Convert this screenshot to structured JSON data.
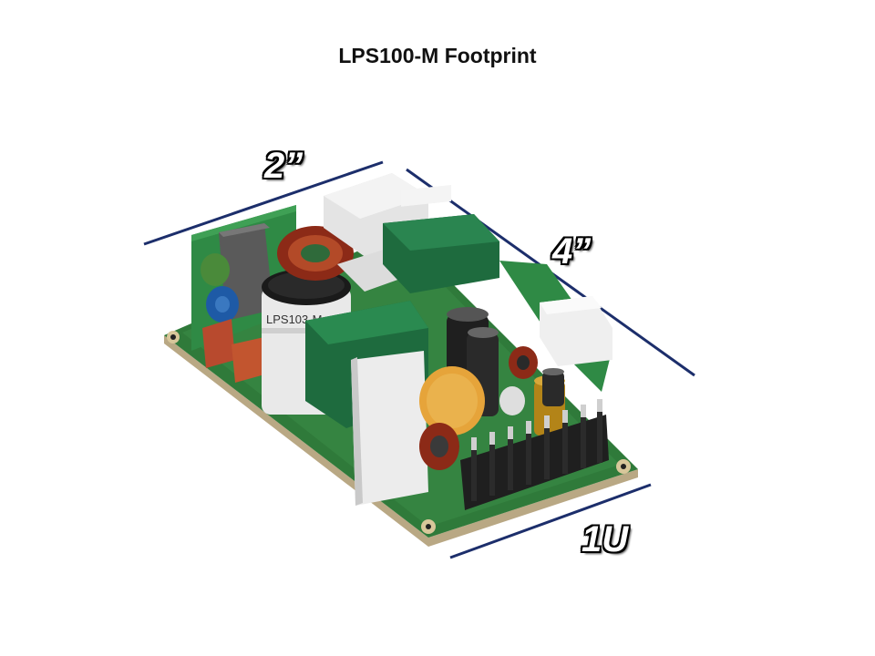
{
  "slide": {
    "title": "LPS100-M Footprint"
  },
  "dimensions": {
    "width_label": "2”",
    "length_label": "4”",
    "height_label": "1U"
  },
  "board": {
    "capacitor_label": "LPS103-M"
  },
  "colors": {
    "dimension_line": "#1c2e6b",
    "pcb": "#2f7a3a",
    "transformer": "#1e6b3e",
    "heatsink": "#e8e8e8"
  }
}
